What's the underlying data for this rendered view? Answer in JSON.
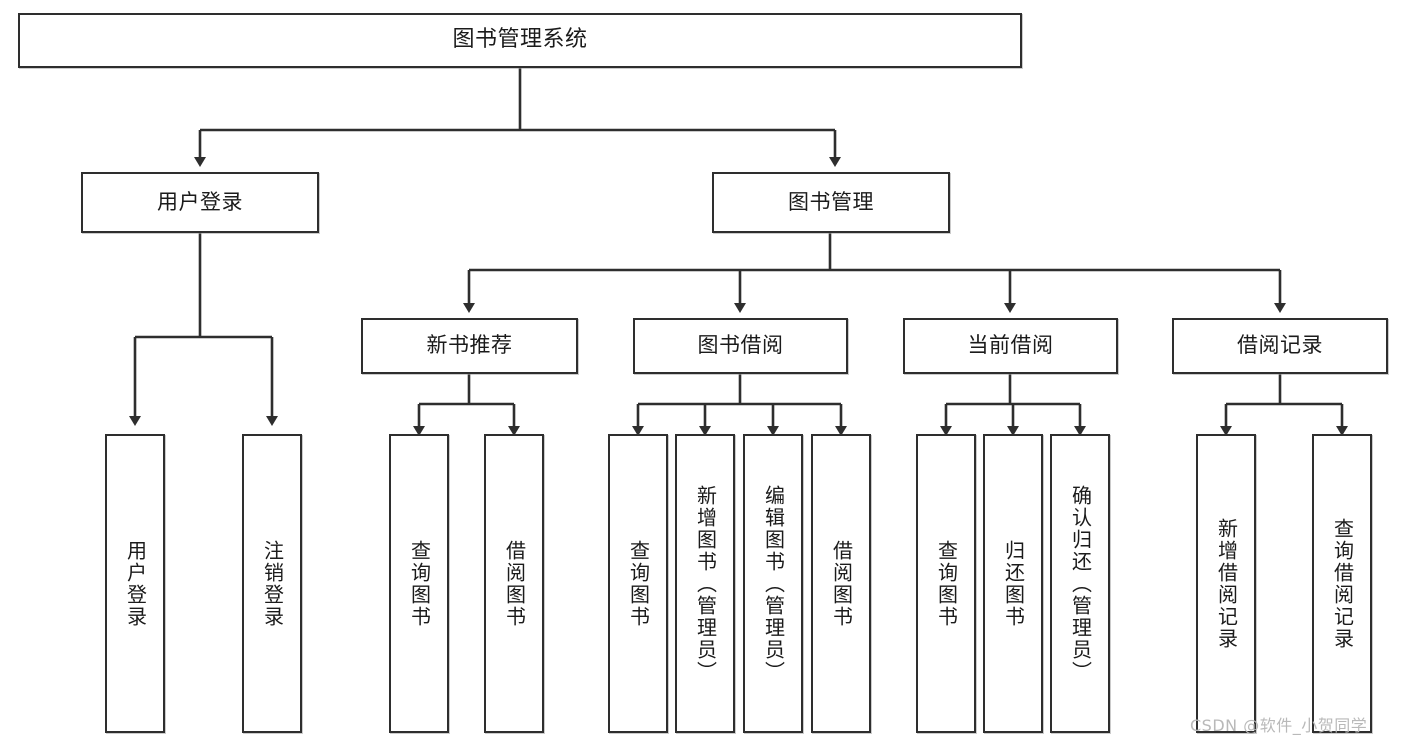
{
  "diagram": {
    "title": "图书管理系统",
    "type": "tree",
    "root": {
      "label": "图书管理系统"
    },
    "level2": [
      {
        "label": "用户登录"
      },
      {
        "label": "图书管理"
      }
    ],
    "level3": [
      {
        "label": "新书推荐"
      },
      {
        "label": "图书借阅"
      },
      {
        "label": "当前借阅"
      },
      {
        "label": "借阅记录"
      }
    ],
    "leaves": {
      "user_login": [
        {
          "label": "用户登录"
        },
        {
          "label": "注销登录"
        }
      ],
      "new_book_recommend": [
        {
          "label": "查询图书"
        },
        {
          "label": "借阅图书"
        }
      ],
      "book_borrow": [
        {
          "label": "查询图书"
        },
        {
          "label": "新增图书（管理员）"
        },
        {
          "label": "编辑图书（管理员）"
        },
        {
          "label": "借阅图书"
        }
      ],
      "current_borrow": [
        {
          "label": "查询图书"
        },
        {
          "label": "归还图书"
        },
        {
          "label": "确认归还（管理员）"
        }
      ],
      "borrow_record": [
        {
          "label": "新增借阅记录"
        },
        {
          "label": "查询借阅记录"
        }
      ]
    }
  },
  "watermark": {
    "text": "CSDN @软件_小贺同学"
  },
  "colors": {
    "stroke": "#2e2e2e",
    "background": "#ffffff",
    "text": "#1b1b1b",
    "watermark": "#b9b9b9"
  }
}
